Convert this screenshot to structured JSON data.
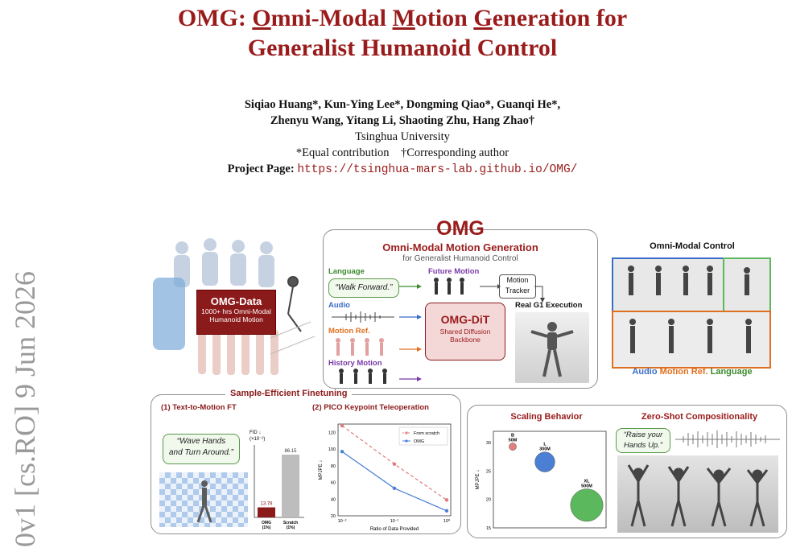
{
  "arxiv": {
    "stamp": "0v1 [cs.RO] 9 Jun 2026"
  },
  "title": {
    "w_omg": "OMG:",
    "l1_o": "O",
    "l1_mni": "mni-Modal ",
    "l1_m": "M",
    "l1_otion": "otion ",
    "l1_g": "G",
    "l1_eneration": "eneration for",
    "line2": "Generalist Humanoid Control"
  },
  "authors": {
    "line1": "Siqiao Huang*, Kun-Ying Lee*, Dongming Qiao*, Guanqi He*,",
    "line2": "Zhenyu Wang, Yitang Li, Shaoting Zhu, Hang Zhao†",
    "affiliation": "Tsinghua University",
    "notes": "*Equal contribution    †Corresponding author",
    "project_label": "Project Page:",
    "project_url": "https://tsinghua-mars-lab.github.io/OMG/"
  },
  "figure": {
    "data_box": {
      "title": "OMG-Data",
      "sub1": "1000+ hrs Omni-Modal",
      "sub2": "Humanoid Motion"
    },
    "center": {
      "logo": "OMG",
      "heading": "Omni-Modal Motion Generation",
      "subheading": "for Generalist Humanoid Control",
      "inputs": {
        "language": "Language",
        "language_prompt": "“Walk Forward.”",
        "audio": "Audio",
        "motion_ref": "Motion Ref.",
        "history": "History Motion"
      },
      "future_motion": "Future Motion",
      "tracker_l1": "Motion",
      "tracker_l2": "Tracker",
      "real_exec": "Real G1 Execution",
      "dit_title": "OMG-DiT",
      "dit_l1": "Shared Diffusion",
      "dit_l2": "Backbone"
    },
    "control": {
      "title": "Omni-Modal Control",
      "legend": {
        "audio": "Audio",
        "motion_ref": "Motion Ref.",
        "language": "Language"
      }
    },
    "finetune": {
      "title": "Sample-Efficient Finetuning",
      "sub1": "(1) Text-to-Motion FT",
      "sub2": "(2) PICO Keypoint Teleoperation",
      "prompt_l1": "“Wave Hands",
      "prompt_l2": "and Turn Around.”"
    },
    "scaling": {
      "title": "Scaling Behavior"
    },
    "zeroshot": {
      "title": "Zero-Shot Compositionality",
      "prompt_l1": "“Raise your",
      "prompt_l2": "Hands Up.”"
    }
  },
  "chart_data": [
    {
      "type": "bar",
      "ylabel": "FID ↓ (×10⁻²)",
      "categories": [
        "OMG\n(1%)",
        "Scratch\n(1%)"
      ],
      "values": [
        13.78,
        86.15
      ],
      "value_labels": [
        "13.78",
        "86.15"
      ],
      "colors": [
        "#8b1a1a",
        "#bdbdbd"
      ],
      "ylim": [
        0,
        95
      ]
    },
    {
      "type": "line",
      "xlabel": "Ratio of Data Provided",
      "ylabel": "MPJPE ↓",
      "x_scale": "log",
      "x": [
        0.01,
        0.1,
        1
      ],
      "x_tick_labels": [
        "10⁻²",
        "10⁻¹",
        "10⁰"
      ],
      "series": [
        {
          "name": "From scratch",
          "values": [
            128,
            82,
            39
          ],
          "color": "#e07a7a",
          "dash": true
        },
        {
          "name": "OMG",
          "values": [
            97,
            53,
            26
          ],
          "color": "#4a7fd4",
          "dash": false
        }
      ],
      "ylim": [
        20,
        130
      ],
      "y_ticks": [
        20,
        40,
        60,
        80,
        100,
        120
      ],
      "legend": "top-right"
    },
    {
      "type": "scatter",
      "ylabel": "MPJPE ↓",
      "points": [
        {
          "label_l1": "B",
          "label_l2": "50M",
          "x": 1,
          "y": 29.3,
          "size": 1,
          "color": "#e08080"
        },
        {
          "label_l1": "L",
          "label_l2": "300M",
          "x": 2,
          "y": 26.6,
          "size": 4,
          "color": "#4a7fd4"
        },
        {
          "label_l1": "XL",
          "label_l2": "500M",
          "x": 3.3,
          "y": 19.0,
          "size": 7,
          "color": "#5cb85c"
        }
      ],
      "ylim": [
        15,
        32
      ],
      "y_ticks": [
        15,
        20,
        25,
        30
      ]
    }
  ]
}
